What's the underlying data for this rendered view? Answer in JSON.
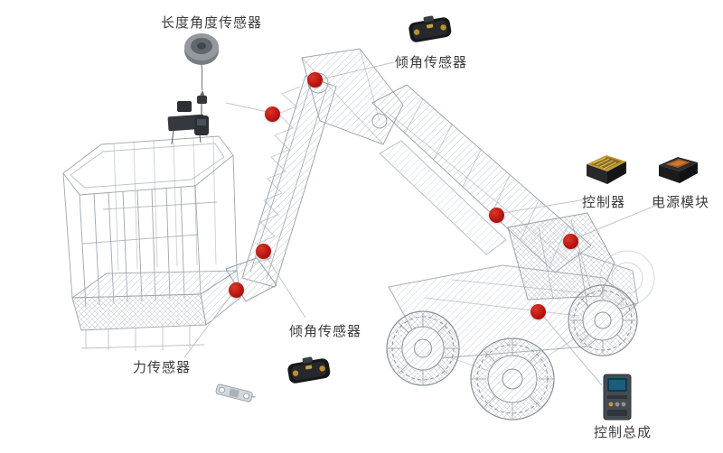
{
  "figure": {
    "type": "sensor-callout-diagram",
    "callouts": {
      "length_angle_sensor": "长度角度传感器",
      "tilt_sensor_top": "倾角传感器",
      "controller": "控制器",
      "power_module": "电源模块",
      "tilt_sensor_bottom": "倾角传感器",
      "force_sensor": "力传感器",
      "control_assembly": "控制总成"
    },
    "marker_count": 7,
    "colors": {
      "marker_red": "#bb1410",
      "leader_line": "#c4c4c4",
      "label_text": "#3d3d3d",
      "wireframe": "#9fa7b0",
      "background": "#ffffff"
    }
  }
}
